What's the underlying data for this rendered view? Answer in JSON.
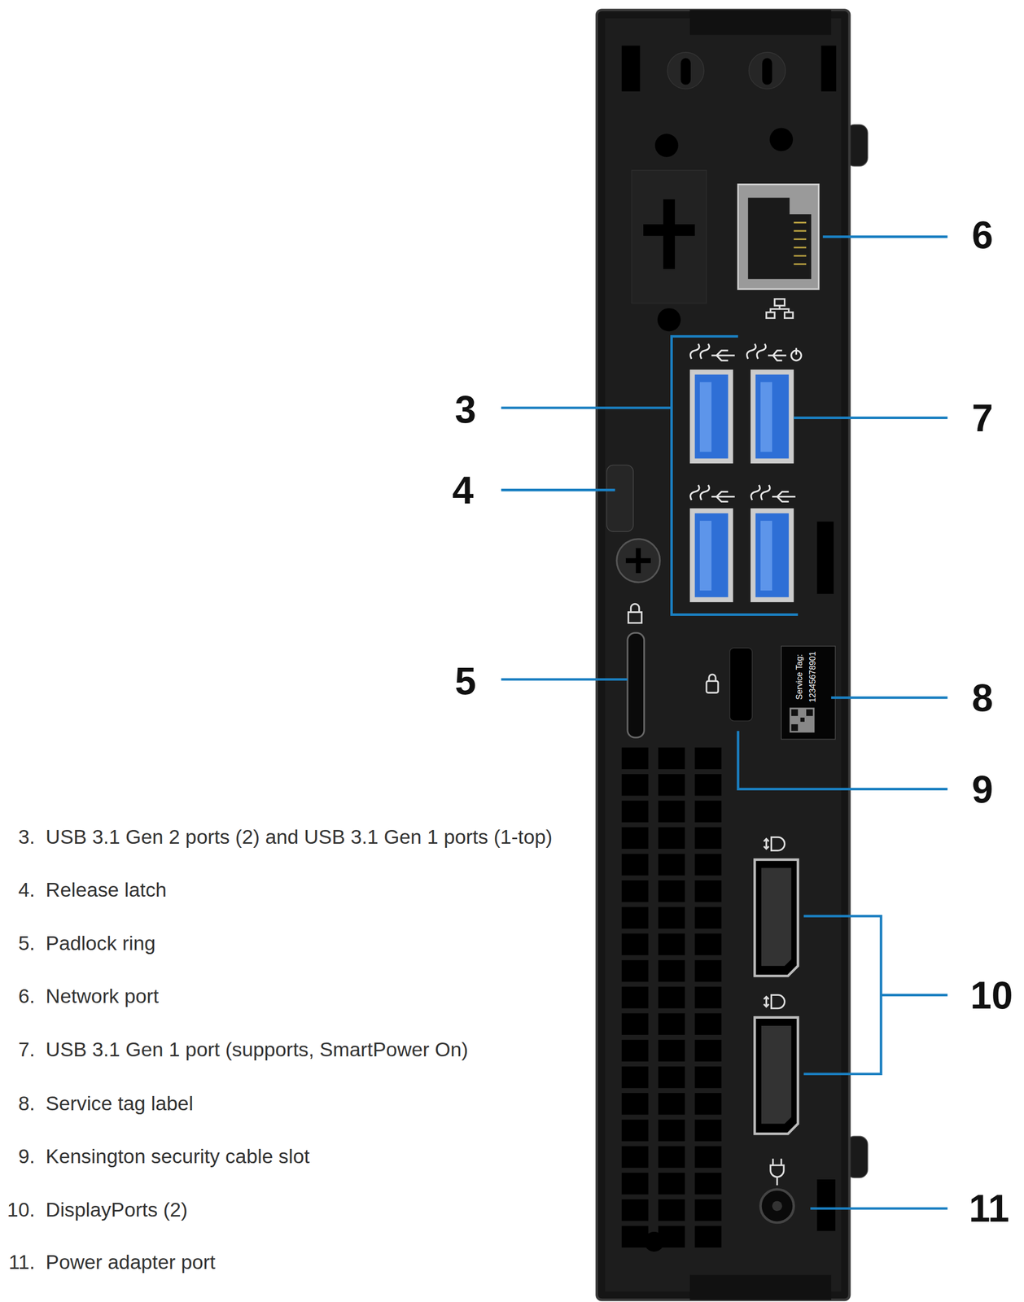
{
  "diagram": {
    "labels": [
      "6",
      "3",
      "7",
      "4",
      "5",
      "8",
      "9",
      "10",
      "11",
      "Service Tag:",
      "12345678901",
      "3.",
      "USB 3.1 Gen 2 ports (2) and USB 3.1 Gen 1 ports (1-top)",
      "4.",
      "Release latch",
      "5.",
      "Padlock ring",
      "6.",
      "Network port",
      "7.",
      "USB 3.1 Gen 1 port (supports, SmartPower On)",
      "8.",
      "Service tag label",
      "9.",
      "Kensington security cable slot",
      "10.",
      "DisplayPorts (2)",
      "11.",
      "Power adapter port"
    ]
  }
}
